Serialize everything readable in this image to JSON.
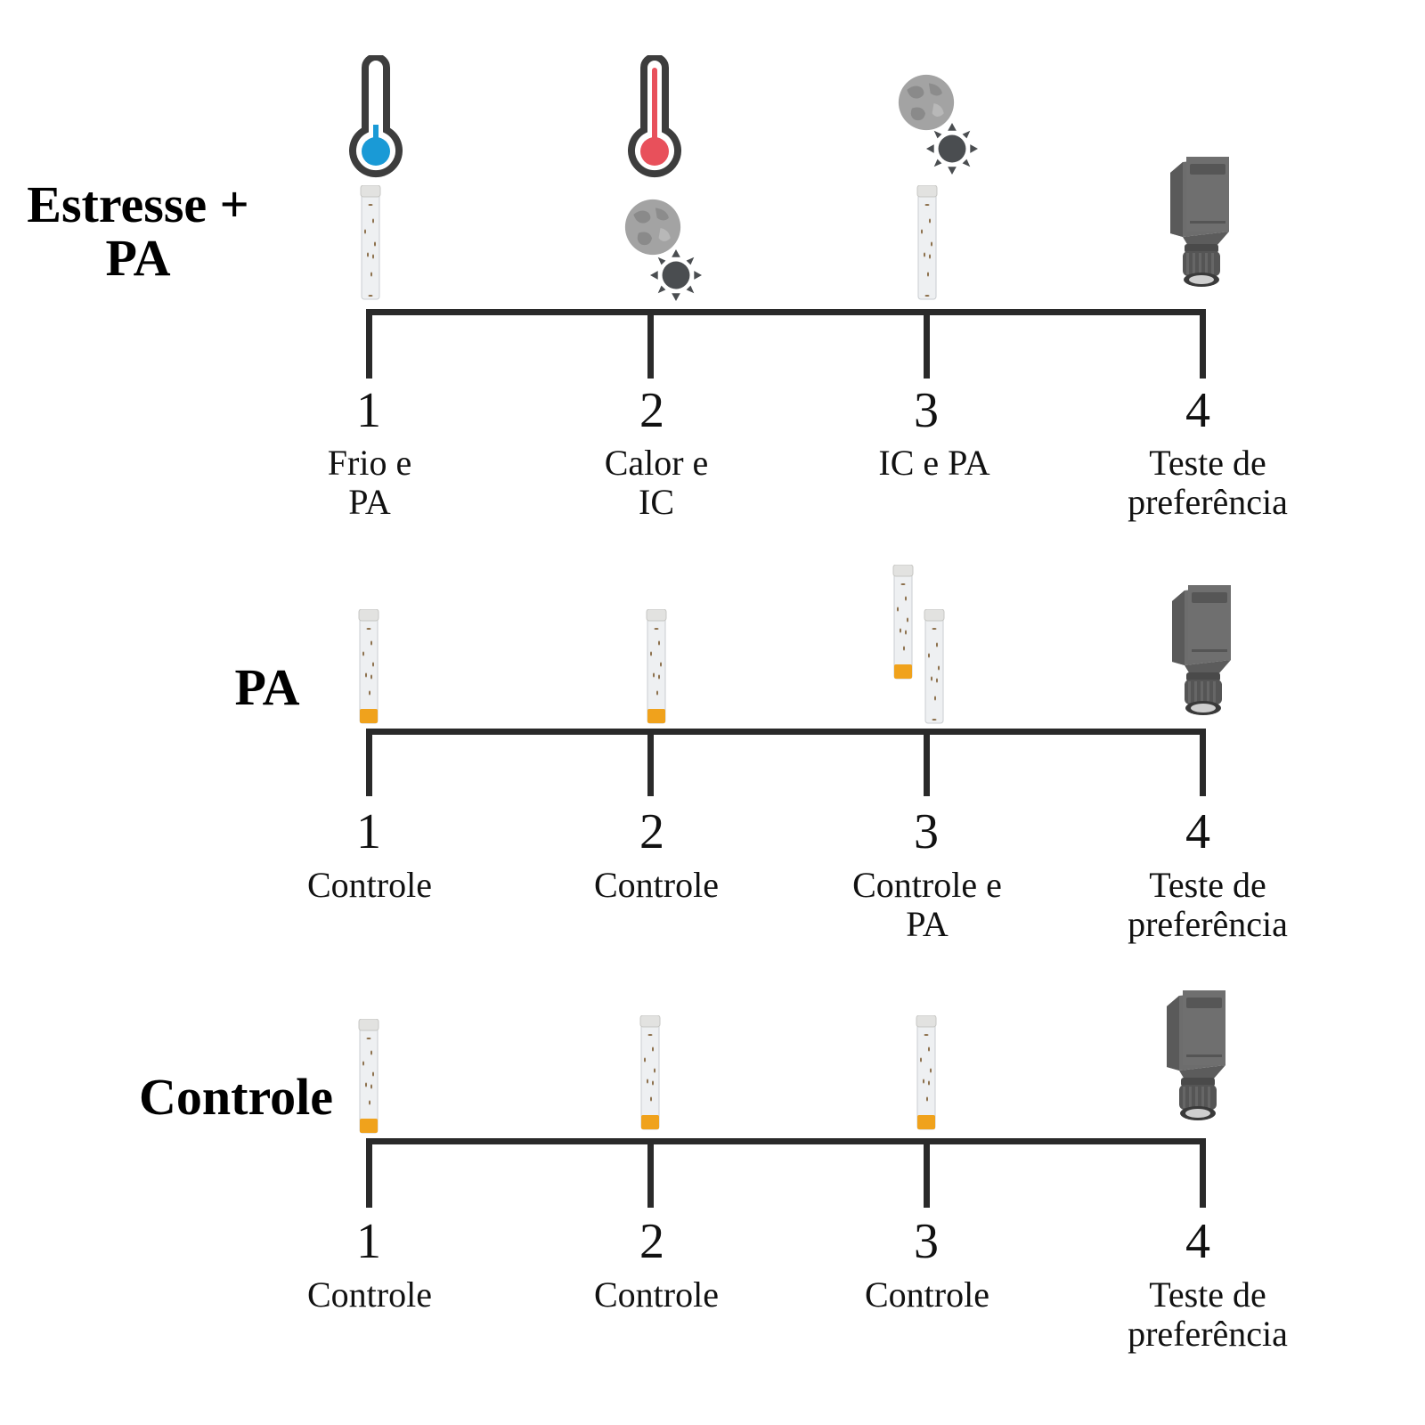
{
  "groups": [
    {
      "title_line1": "Estresse +",
      "title_line2": "PA",
      "steps": [
        {
          "number": "1",
          "label_line1": "Frio e",
          "label_line2": "PA",
          "icons": [
            "cold-thermometer-icon",
            "fly-vial-icon"
          ]
        },
        {
          "number": "2",
          "label_line1": "Calor e",
          "label_line2": "IC",
          "icons": [
            "hot-thermometer-icon",
            "moon-icon",
            "sun-icon"
          ]
        },
        {
          "number": "3",
          "label_line1": "IC e PA",
          "label_line2": "",
          "icons": [
            "moon-icon",
            "sun-icon",
            "fly-vial-icon"
          ]
        },
        {
          "number": "4",
          "label_line1": "Teste de",
          "label_line2": "preferência",
          "icons": [
            "camera-icon"
          ]
        }
      ]
    },
    {
      "title_line1": "PA",
      "steps": [
        {
          "number": "1",
          "label_line1": "Controle",
          "label_line2": "",
          "icons": [
            "food-vial-icon"
          ]
        },
        {
          "number": "2",
          "label_line1": "Controle",
          "label_line2": "",
          "icons": [
            "food-vial-icon"
          ]
        },
        {
          "number": "3",
          "label_line1": "Controle e",
          "label_line2": "PA",
          "icons": [
            "food-vial-icon",
            "fly-vial-icon"
          ]
        },
        {
          "number": "4",
          "label_line1": "Teste de",
          "label_line2": "preferência",
          "icons": [
            "camera-icon"
          ]
        }
      ]
    },
    {
      "title_line1": "Controle",
      "steps": [
        {
          "number": "1",
          "label_line1": "Controle",
          "label_line2": "",
          "icons": [
            "food-vial-icon"
          ]
        },
        {
          "number": "2",
          "label_line1": "Controle",
          "label_line2": "",
          "icons": [
            "food-vial-icon"
          ]
        },
        {
          "number": "3",
          "label_line1": "Controle",
          "label_line2": "",
          "icons": [
            "food-vial-icon"
          ]
        },
        {
          "number": "4",
          "label_line1": "Teste de",
          "label_line2": "preferência",
          "icons": [
            "camera-icon"
          ]
        }
      ]
    }
  ],
  "colors": {
    "axis": "#2a2a2a",
    "cold": "#1a9ad6",
    "hot": "#e8505b",
    "thermo_outline": "#3d3d3d",
    "food": "#f0a21c",
    "moon": "#9b9b9b",
    "sun": "#4a4d50",
    "camera": "#6b6b6b"
  }
}
